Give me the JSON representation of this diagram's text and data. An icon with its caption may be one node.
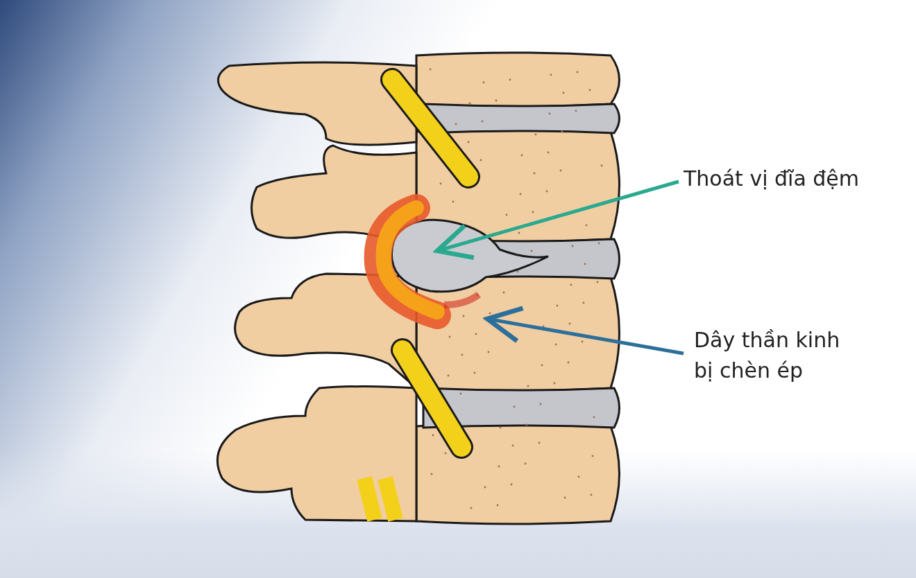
{
  "diagram": {
    "nodes": [
      {
        "text": [
          "Thoát vị đĩa đệm"
        ]
      },
      {
        "text": [],
        "shape": "picture"
      },
      {
        "text": [
          "Dây thần kinh bị chèn ép"
        ]
      },
      {
        "text": [],
        "shape": "picture"
      }
    ],
    "edges": [
      {
        "from": 0,
        "to": 1,
        "arrow": "to",
        "color": "#2aa98f"
      },
      {
        "from": 2,
        "to": 3,
        "arrow": "to",
        "color": "#2b6f9a"
      }
    ]
  }
}
